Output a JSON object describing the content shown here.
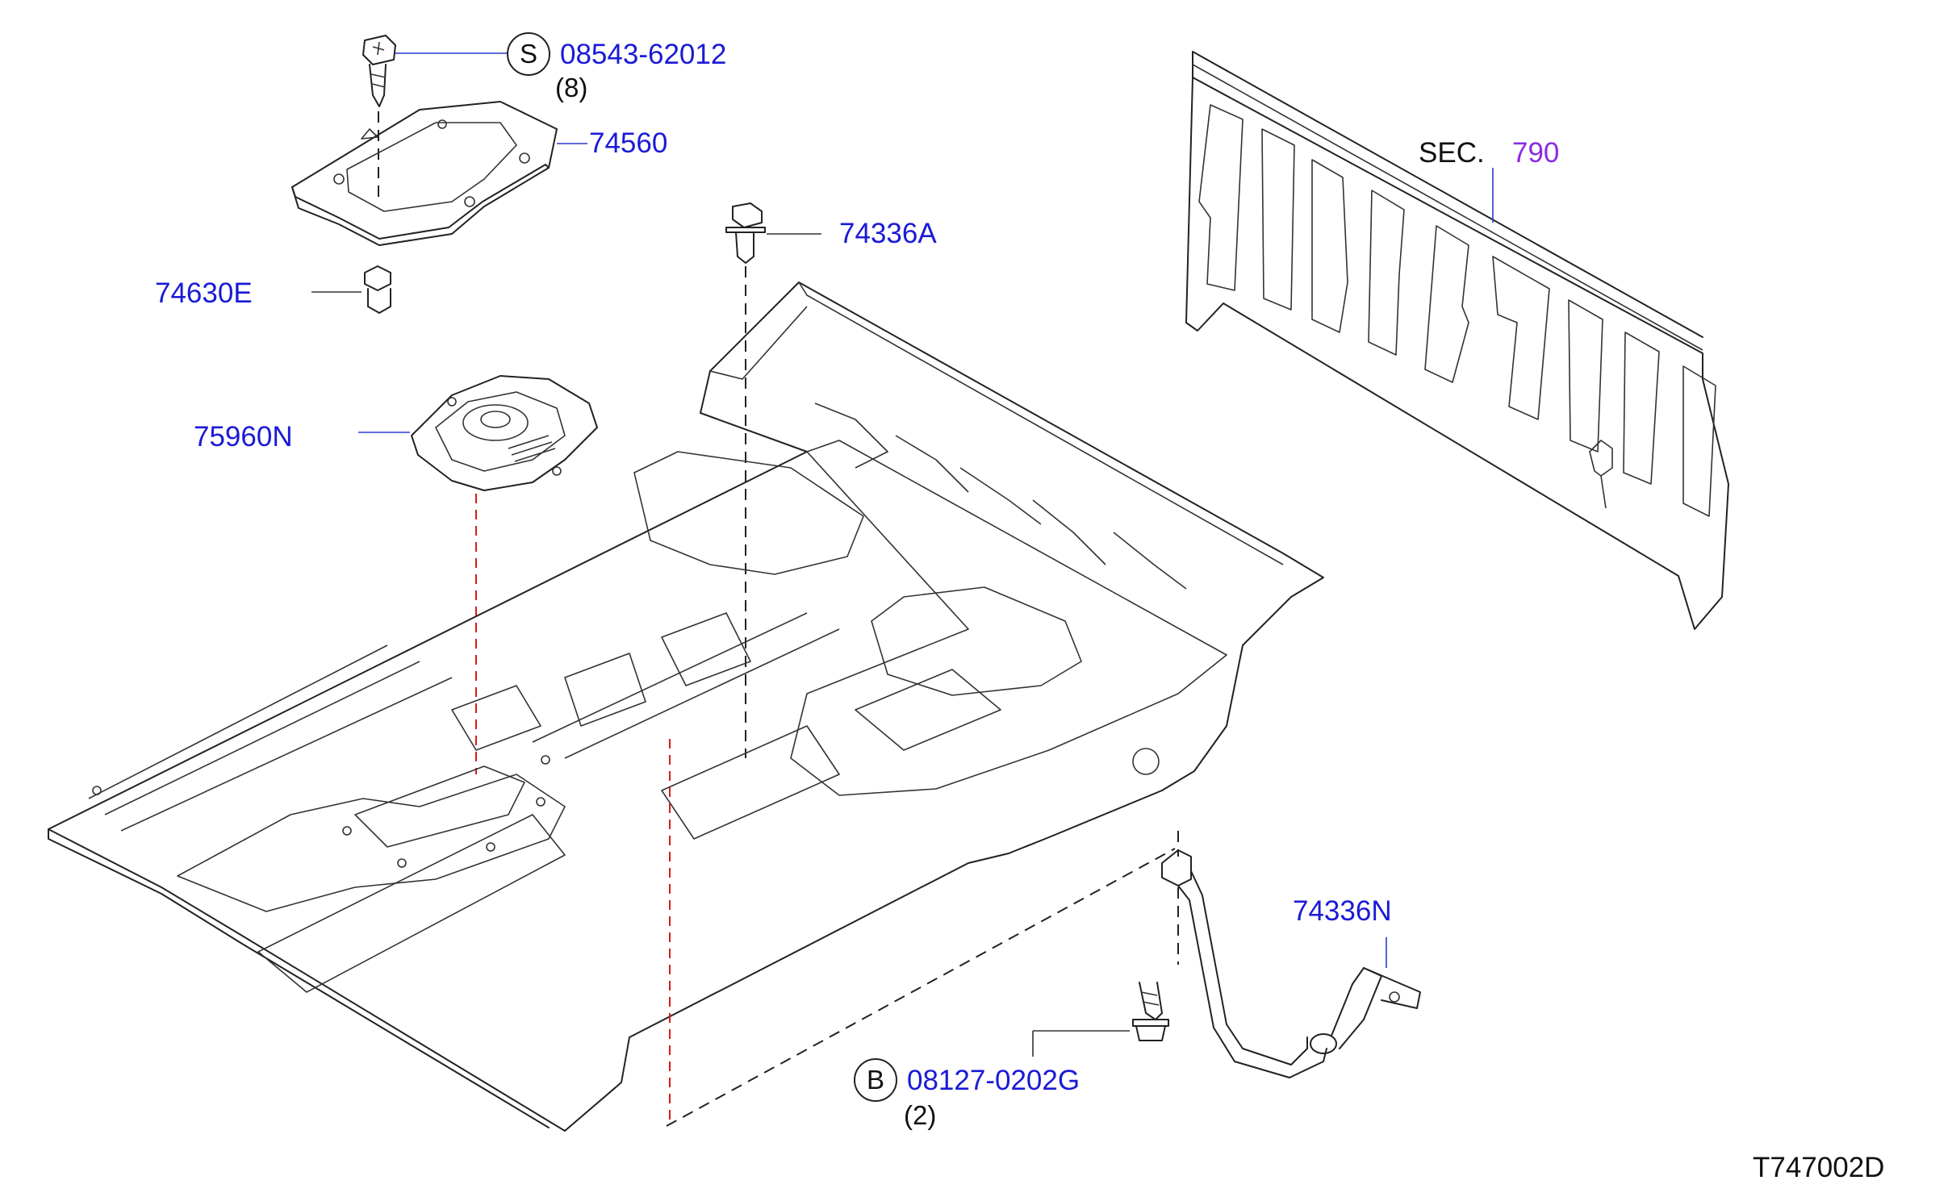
{
  "labels": {
    "screw_code": "S",
    "screw_part": "08543-62012",
    "screw_qty": "(8)",
    "cover_part": "74560",
    "clip_part": "74630E",
    "insulator_part": "75960N",
    "bolt_a_part": "74336A",
    "sec_prefix": "SEC.",
    "sec_number": "790",
    "bracket_part": "74336N",
    "bolt_code": "B",
    "bolt_part": "08127-0202G",
    "bolt_qty": "(2)",
    "figure_id": "T747002D"
  },
  "colors": {
    "part_number": "#1a1ad6",
    "section_ref": "#8a2be2",
    "line": "#222222",
    "center_line": "#d81b1b"
  }
}
